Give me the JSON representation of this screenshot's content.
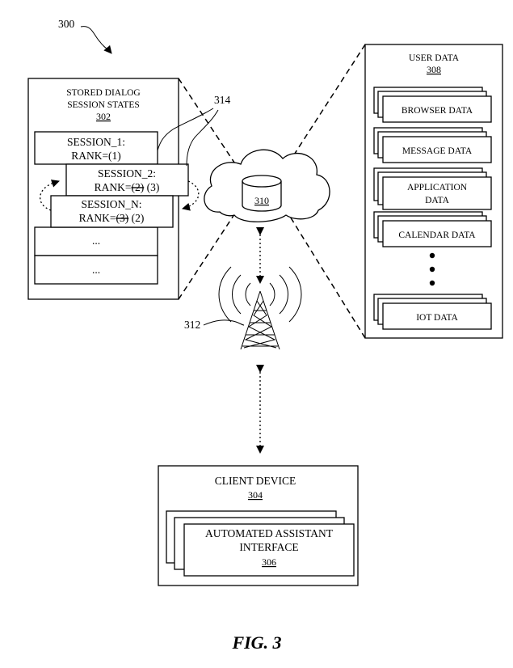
{
  "figure": {
    "ref_number": "300",
    "caption": "FIG. 3"
  },
  "stored_states": {
    "title_line1": "STORED DIALOG",
    "title_line2": "SESSION STATES",
    "ref": "302",
    "session1_line1": "SESSION_1:",
    "session1_line2": "RANK=(1)",
    "session2_line1": "SESSION_2:",
    "session2_rank_prefix": "RANK=",
    "session2_old_rank": "(2)",
    "session2_new_rank": " (3)",
    "sessionN_line1": "SESSION_N:",
    "sessionN_rank_prefix": "RANK=",
    "sessionN_old_rank": "(3)",
    "sessionN_new_rank": " (2)",
    "ellipsis1": "...",
    "ellipsis2": "..."
  },
  "server": {
    "ref": "310",
    "link_ref": "314",
    "tower_ref": "312"
  },
  "user_data": {
    "title": "USER DATA",
    "ref": "308",
    "browser": "BROWSER DATA",
    "message": "MESSAGE DATA",
    "application_line1": "APPLICATION",
    "application_line2": "DATA",
    "calendar": "CALENDAR DATA",
    "iot": "IOT DATA"
  },
  "client_device": {
    "title": "CLIENT DEVICE",
    "ref": "304",
    "interface_line1": "AUTOMATED ASSISTANT",
    "interface_line2": "INTERFACE",
    "interface_ref": "306"
  }
}
